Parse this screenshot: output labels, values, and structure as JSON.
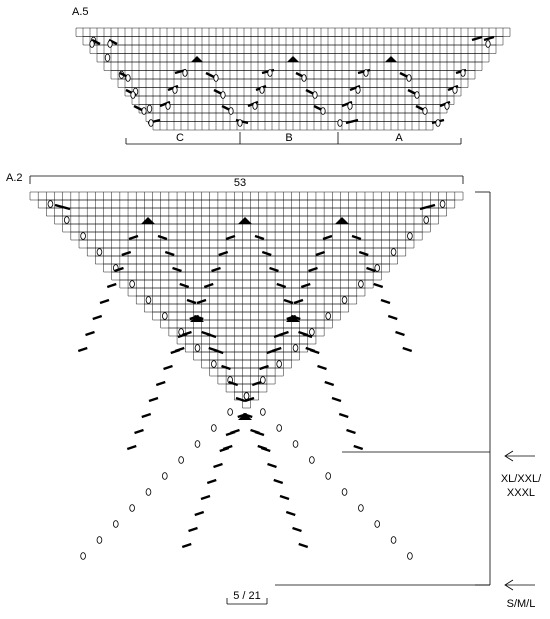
{
  "chart_a5": {
    "title": "A.5",
    "sections": [
      "C",
      "B",
      "A"
    ]
  },
  "chart_a2": {
    "title": "A.2",
    "width_label": "53",
    "bottom_label": "5 / 21",
    "size_large_label_lines": [
      "XL/XXL/",
      "XXXL"
    ],
    "size_small_label": "S/M/L"
  },
  "colors": {
    "ink": "#000000",
    "paper": "#ffffff"
  }
}
